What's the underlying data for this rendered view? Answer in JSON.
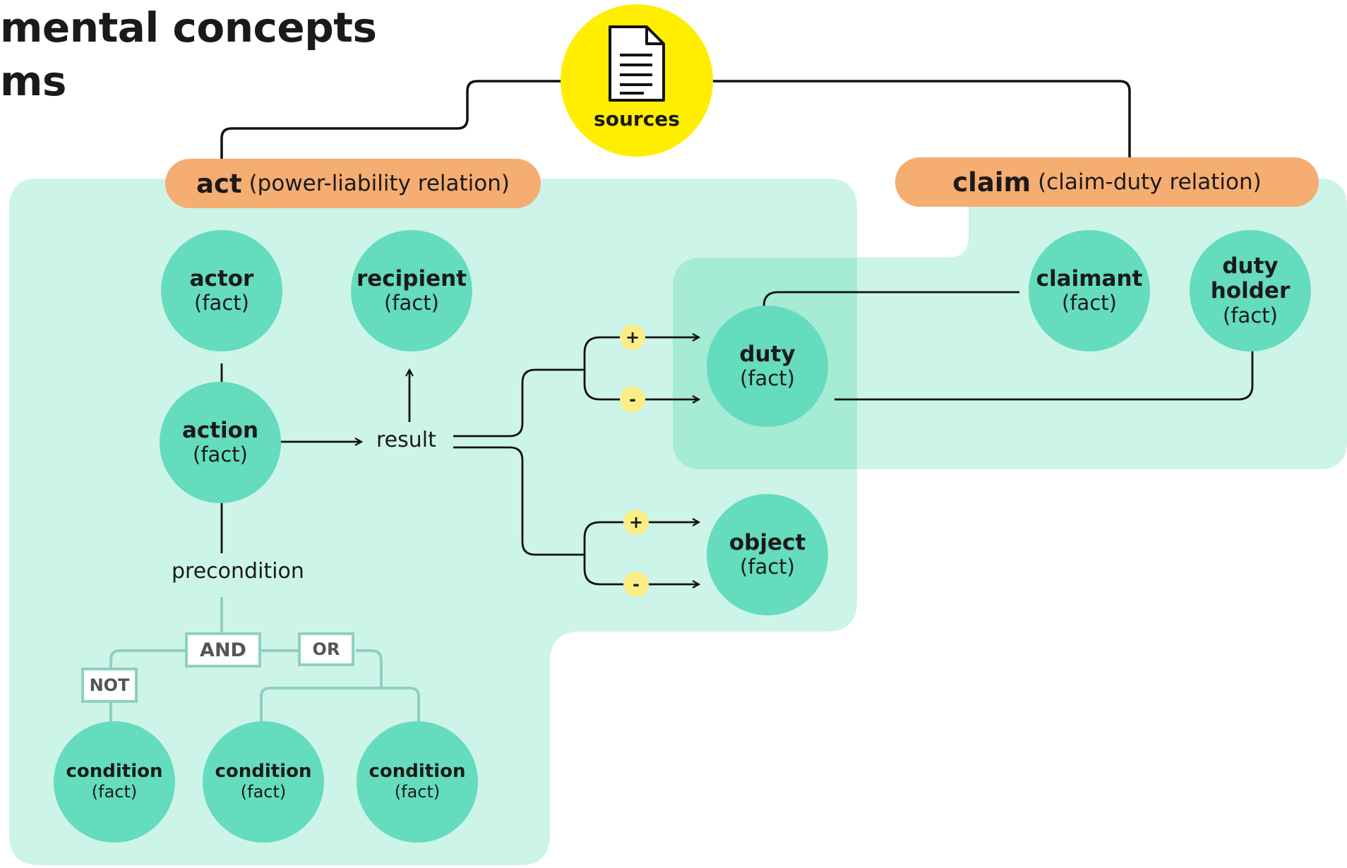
{
  "title": {
    "line1": "mental concepts",
    "line2": "ms"
  },
  "sources": {
    "label": "sources",
    "icon": "document-icon"
  },
  "act_header": {
    "keyword": "act",
    "relation": "(power-liability relation)"
  },
  "claim_header": {
    "keyword": "claim",
    "relation": "(claim-duty relation)"
  },
  "nodes": {
    "actor": {
      "title": "actor",
      "sub": "(fact)"
    },
    "recipient": {
      "title": "recipient",
      "sub": "(fact)"
    },
    "action": {
      "title": "action",
      "sub": "(fact)"
    },
    "duty": {
      "title": "duty",
      "sub": "(fact)"
    },
    "object": {
      "title": "object",
      "sub": "(fact)"
    },
    "claimant": {
      "title": "claimant",
      "sub": "(fact)"
    },
    "duty_holder": {
      "title1": "duty",
      "title2": "holder",
      "sub": "(fact)"
    },
    "condition1": {
      "title": "condition",
      "sub": "(fact)"
    },
    "condition2": {
      "title": "condition",
      "sub": "(fact)"
    },
    "condition3": {
      "title": "condition",
      "sub": "(fact)"
    }
  },
  "labels": {
    "result": "result",
    "precondition": "precondition"
  },
  "logic": {
    "and": "AND",
    "or": "OR",
    "not": "NOT"
  },
  "signs": {
    "plus": "+",
    "minus": "-"
  },
  "colors": {
    "region": "#cdf4e8",
    "overlap": "#a5ebd6",
    "node": "#64dcbd",
    "header": "#f5ad72",
    "sources": "#ffee00",
    "sign": "#fbee85",
    "logic_border": "#8fd0c0"
  }
}
